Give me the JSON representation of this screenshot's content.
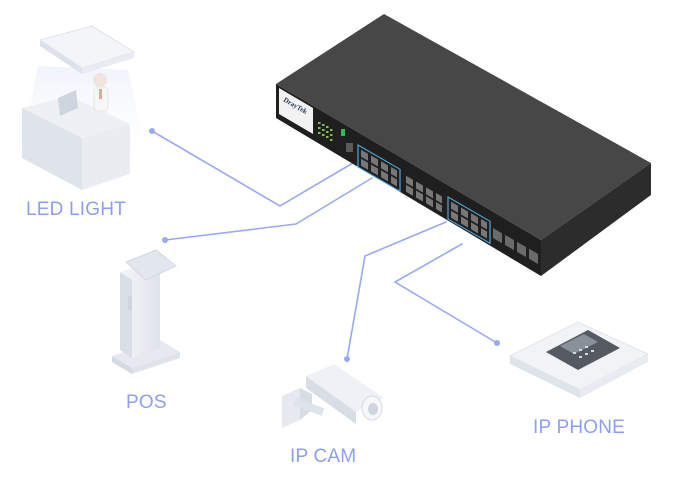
{
  "switch": {
    "brand": "DrayTek",
    "colors": {
      "body_top": "#4a4a4a",
      "body_front": "#232323",
      "body_side": "#2e2e2e",
      "port_highlight": "#4fa7d8"
    }
  },
  "link_color": "#9aa9ef",
  "devices": [
    {
      "id": "led",
      "label": "LED LIGHT",
      "icon": "office-desk-led-light-icon"
    },
    {
      "id": "pos",
      "label": "POS",
      "icon": "pos-kiosk-icon"
    },
    {
      "id": "cam",
      "label": "IP CAM",
      "icon": "security-camera-icon"
    },
    {
      "id": "phone",
      "label": "IP PHONE",
      "icon": "desk-phone-icon"
    }
  ]
}
